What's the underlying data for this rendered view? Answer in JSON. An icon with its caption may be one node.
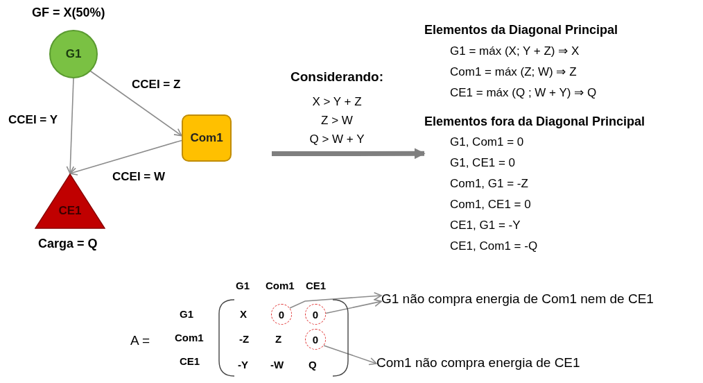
{
  "diagram": {
    "nodes": [
      {
        "text": [
          "G1"
        ],
        "beside": [
          "GF = X(50%)"
        ]
      },
      {
        "text": [
          "Com1"
        ]
      },
      {
        "text": [
          "CE1"
        ],
        "beside": [
          "Carga = Q"
        ]
      },
      {
        "text": [
          "Considerando:",
          "X > Y + Z",
          "Z > W",
          "Q > W + Y"
        ]
      },
      {
        "text": [
          "Elementos da Diagonal Principal",
          "G1 = máx (X; Y + Z) ⇒ X",
          "Com1 = máx (Z; W) ⇒ Z",
          "CE1 = máx (Q ; W + Y) ⇒ Q",
          "Elementos fora da Diagonal Principal",
          "G1, Com1 = 0",
          "G1, CE1 = 0",
          "Com1, G1 = -Z",
          "Com1, CE1 = 0",
          "CE1, G1 = -Y",
          "CE1, Com1 = -Q"
        ]
      },
      {
        "text": [
          "0"
        ]
      },
      {
        "text": [
          "0"
        ]
      },
      {
        "text": [
          "0"
        ]
      },
      {
        "text": [
          "G1 não compra energia de Com1 nem de CE1"
        ]
      },
      {
        "text": [
          "Com1 não compra energia de CE1"
        ]
      }
    ],
    "edges": [
      {
        "from": 0,
        "to": 1,
        "arrow": "to",
        "label": "CCEI = Z"
      },
      {
        "from": 0,
        "to": 2,
        "arrow": "to",
        "label": "CCEI = Y"
      },
      {
        "from": 1,
        "to": 2,
        "arrow": "to",
        "label": "CCEI = W"
      },
      {
        "from": 3,
        "to": 4,
        "arrow": "to",
        "style": "thick"
      },
      {
        "from": 5,
        "to": 8,
        "arrow": "to"
      },
      {
        "from": 6,
        "to": 8,
        "arrow": "to"
      },
      {
        "from": 7,
        "to": 9,
        "arrow": "to"
      }
    ],
    "labels": [
      "G1",
      "Com1",
      "CE1",
      "G1",
      "X",
      "A =",
      "Com1",
      "-Z",
      "Z",
      "CE1",
      "-Y",
      "-W",
      "Q"
    ]
  }
}
